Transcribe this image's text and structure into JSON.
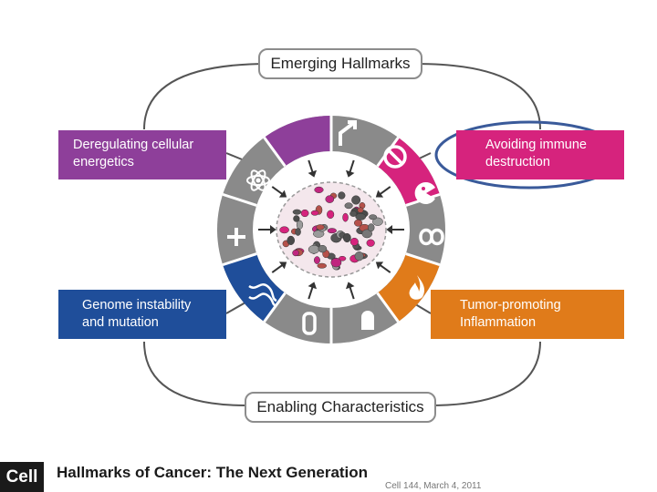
{
  "diagram": {
    "top_label": "Emerging Hallmarks",
    "bottom_label": "Enabling Characteristics",
    "boxes": {
      "deregulating": [
        "Deregulating cellular",
        "energetics"
      ],
      "immune": [
        "Avoiding immune",
        "destruction"
      ],
      "genome": [
        "Genome instability",
        "and mutation"
      ],
      "inflammation": [
        "Tumor-promoting",
        "Inflammation"
      ]
    },
    "colors": {
      "purple": "#8e3f9a",
      "magenta": "#d6237d",
      "blue": "#1f4e9a",
      "orange": "#e07b1a",
      "gray_wedge": "#8a8a8a",
      "highlight_outline": "#3a5a9a"
    },
    "icons": [
      "arrow-icon",
      "prohibit-icon",
      "pacman-icon",
      "infinity-icon",
      "flame-icon",
      "tombstone-icon",
      "vial-icon",
      "dna-icon",
      "plus-icon",
      "atom-icon"
    ]
  },
  "footer": {
    "logo": "Cell",
    "title": "Hallmarks of Cancer: The Next Generation",
    "citation": "Cell 144, March 4, 2011"
  }
}
